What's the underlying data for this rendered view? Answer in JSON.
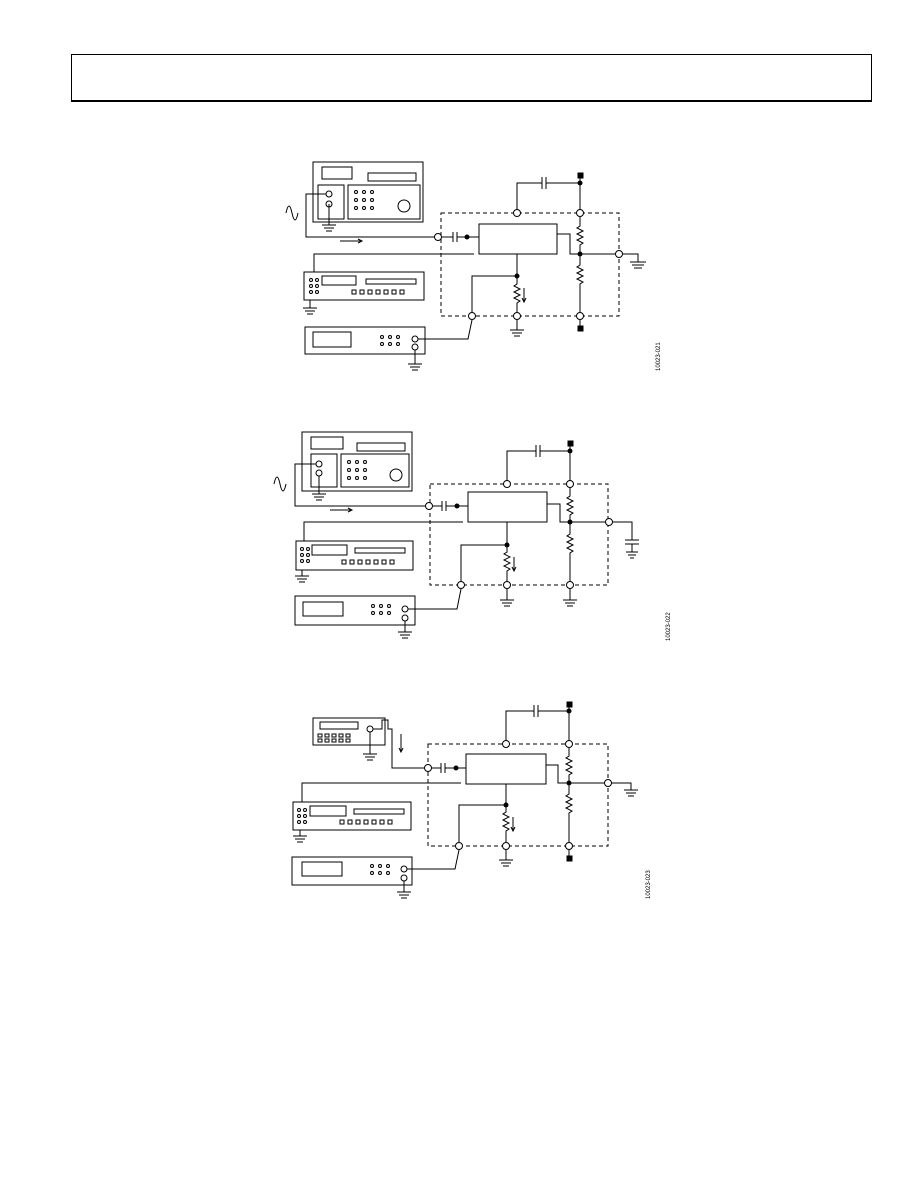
{
  "figures": [
    {
      "id": "fig1",
      "code": "10023-021"
    },
    {
      "id": "fig2",
      "code": "10023-022"
    },
    {
      "id": "fig3",
      "code": "10023-023"
    }
  ],
  "colors": {
    "line": "#000000",
    "background": "#ffffff"
  }
}
